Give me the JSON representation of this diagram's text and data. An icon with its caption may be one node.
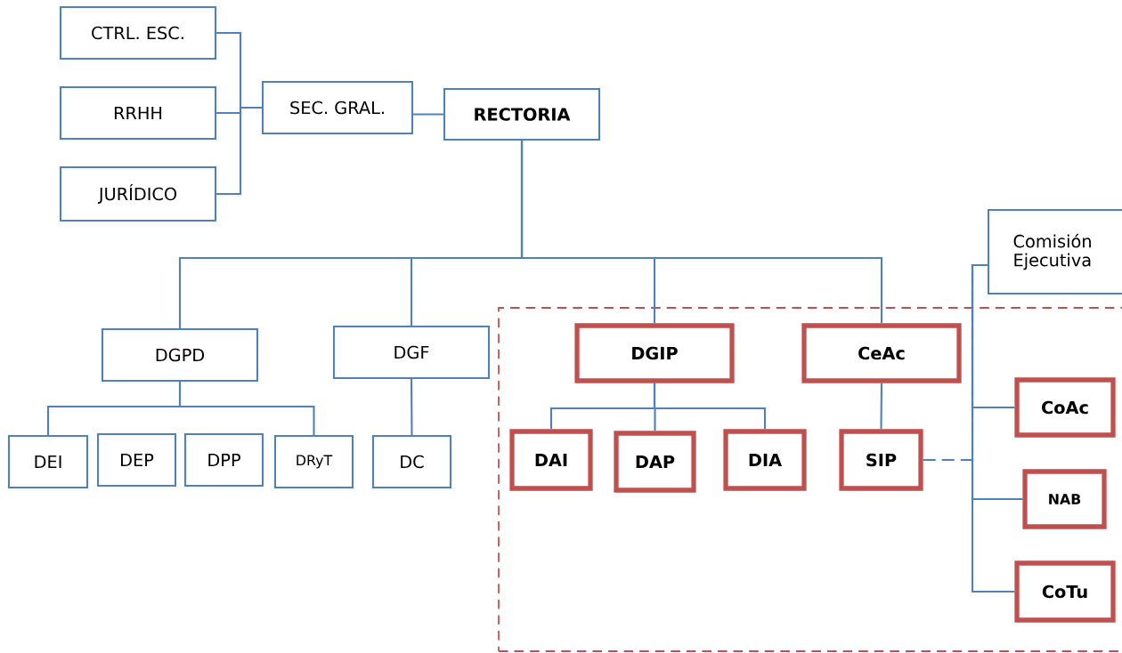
{
  "diagram": {
    "nodes": [
      {
        "text": [
          "CTRL. ESC."
        ]
      },
      {
        "text": [
          "RRHH"
        ]
      },
      {
        "text": [
          "JURÍDICO"
        ]
      },
      {
        "text": [
          "SEC. GRAL."
        ]
      },
      {
        "text": [
          "RECTORIA"
        ]
      },
      {
        "text": [
          "Comisión Ejecutiva"
        ]
      },
      {
        "text": [],
        "shape": "box"
      },
      {
        "text": [
          "DGPD"
        ]
      },
      {
        "text": [
          "DGF"
        ]
      },
      {
        "text": [
          "DGIP"
        ],
        "in": 6
      },
      {
        "text": [
          "CeAc"
        ],
        "in": 6
      },
      {
        "text": [
          "DEI"
        ]
      },
      {
        "text": [
          "DEP"
        ]
      },
      {
        "text": [
          "DPP"
        ]
      },
      {
        "text": [
          "DRyT"
        ]
      },
      {
        "text": [
          "DC"
        ]
      },
      {
        "text": [
          "DAI"
        ],
        "in": 6
      },
      {
        "text": [
          "DAP"
        ],
        "in": 6
      },
      {
        "text": [
          "DIA"
        ],
        "in": 6
      },
      {
        "text": [
          "SIP"
        ],
        "in": 6
      },
      {
        "text": [
          "CoAc"
        ],
        "in": 6
      },
      {
        "text": [
          "NAB"
        ],
        "in": 6
      },
      {
        "text": [
          "CoTu"
        ],
        "in": 6
      }
    ],
    "edges": [
      {
        "from": 3,
        "to": 0,
        "arrow": "none"
      },
      {
        "from": 3,
        "to": 1,
        "arrow": "none"
      },
      {
        "from": 3,
        "to": 2,
        "arrow": "none"
      },
      {
        "from": 4,
        "to": 3,
        "arrow": "none"
      },
      {
        "from": 4,
        "to": 7,
        "arrow": "none"
      },
      {
        "from": 4,
        "to": 8,
        "arrow": "none"
      },
      {
        "from": 4,
        "to": 9,
        "arrow": "none"
      },
      {
        "from": 4,
        "to": 10,
        "arrow": "none"
      },
      {
        "from": 7,
        "to": 11,
        "arrow": "none"
      },
      {
        "from": 7,
        "to": 14,
        "arrow": "none"
      },
      {
        "from": 8,
        "to": 15,
        "arrow": "none"
      },
      {
        "from": 9,
        "to": 16,
        "arrow": "none"
      },
      {
        "from": 9,
        "to": 17,
        "arrow": "none"
      },
      {
        "from": 9,
        "to": 18,
        "arrow": "none"
      },
      {
        "from": 10,
        "to": 19,
        "arrow": "none"
      },
      {
        "from": 5,
        "to": 20,
        "arrow": "none"
      },
      {
        "from": 5,
        "to": 21,
        "arrow": "none"
      },
      {
        "from": 5,
        "to": 22,
        "arrow": "none"
      },
      {
        "from": 19,
        "to": 5,
        "arrow": "none",
        "style": "dashed"
      }
    ]
  }
}
